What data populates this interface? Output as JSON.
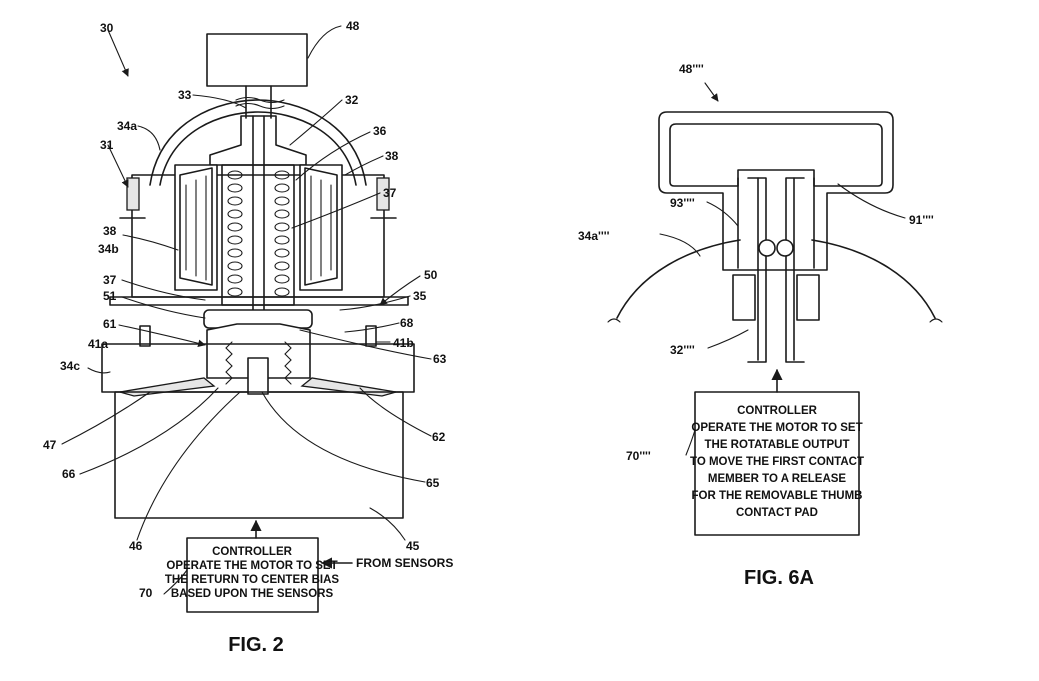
{
  "fig2": {
    "caption": "FIG. 2",
    "labels": {
      "l30": "30",
      "l48": "48",
      "l33": "33",
      "l32": "32",
      "l34a": "34a",
      "l36": "36",
      "l31": "31",
      "l38a": "38",
      "l37a": "37",
      "l38b": "38",
      "l34b": "34b",
      "l37b": "37",
      "l50": "50",
      "l35": "35",
      "l51": "51",
      "l61": "61",
      "l68": "68",
      "l41a": "41a",
      "l41b": "41b",
      "l63": "63",
      "l34c": "34c",
      "l62": "62",
      "l47": "47",
      "l66": "66",
      "l65": "65",
      "l46": "46",
      "l45": "45",
      "l70": "70"
    },
    "controller_lines": [
      "CONTROLLER",
      "OPERATE THE MOTOR TO SET",
      "THE RETURN TO CENTER BIAS",
      "BASED UPON THE SENSORS"
    ],
    "from_sensors": "FROM SENSORS"
  },
  "fig6a": {
    "caption": "FIG. 6A",
    "labels": {
      "l48": "48''''",
      "l93": "93''''",
      "l91": "91''''",
      "l34a": "34a''''",
      "l32": "32''''",
      "l70": "70''''"
    },
    "controller_lines": [
      "CONTROLLER",
      "OPERATE THE MOTOR TO SET",
      "THE ROTATABLE OUTPUT",
      "TO MOVE THE FIRST CONTACT",
      "MEMBER TO A RELEASE",
      "FOR THE REMOVABLE THUMB",
      "CONTACT PAD"
    ]
  }
}
